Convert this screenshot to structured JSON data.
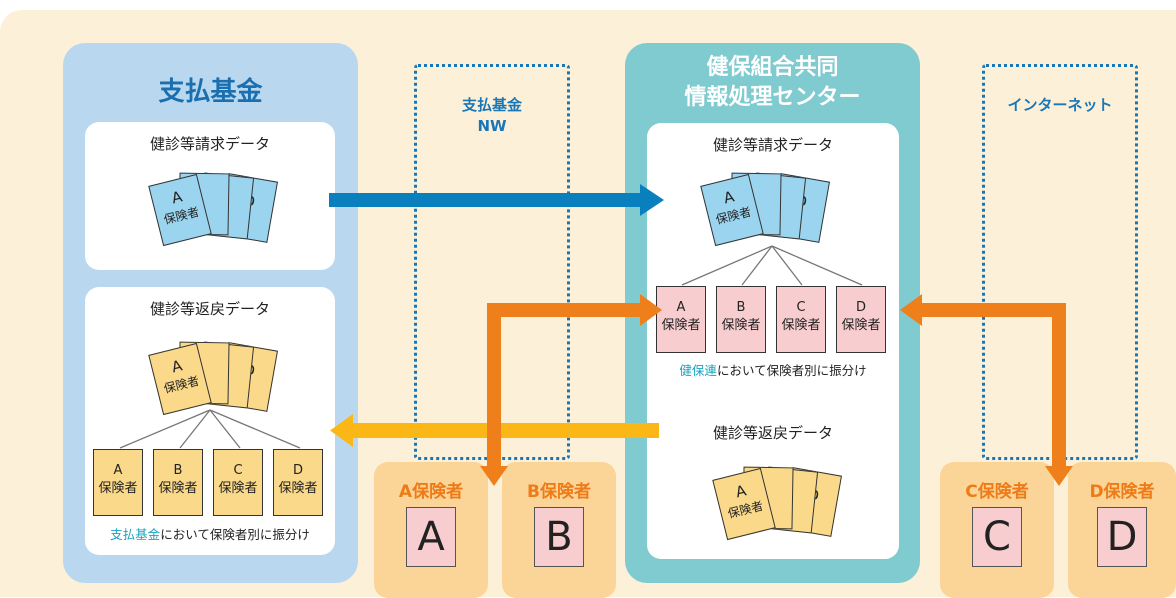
{
  "colors": {
    "background": "#fdf0d9",
    "fund_panel": "#b9d8ef",
    "center_panel": "#7fcbcf",
    "blue_arrow": "#0a7fbd",
    "orange_arrow": "#ef7f1a",
    "yellow_arrow": "#fbb716",
    "blue_doc": "#9bd4ef",
    "yellow_doc": "#fad98a",
    "pink_box": "#f8cdd0",
    "highlight_text": "#1aa3c0"
  },
  "fund": {
    "title": "支払基金",
    "claim_title": "健診等請求データ",
    "return_title": "健診等返戻データ",
    "caption_highlight": "支払基金",
    "caption_rest": "において保険者別に振分け"
  },
  "fund_network": {
    "line1": "支払基金",
    "line2": "NW"
  },
  "center": {
    "title_line1": "健保組合共同",
    "title_line2": "情報処理センター",
    "claim_title": "健診等請求データ",
    "return_title": "健診等返戻データ",
    "caption_highlight": "健保連",
    "caption_rest": "において保険者別に振分け"
  },
  "internet": {
    "title": "インターネット"
  },
  "doc_stack": {
    "a_letter": "A",
    "a_sub": "保険者",
    "b": "B",
    "c": "C",
    "d": "D"
  },
  "insurer_boxes": [
    {
      "letter": "A",
      "label": "保険者"
    },
    {
      "letter": "B",
      "label": "保険者"
    },
    {
      "letter": "C",
      "label": "保険者"
    },
    {
      "letter": "D",
      "label": "保険者"
    }
  ],
  "insurers": [
    {
      "name": "A保険者",
      "letter": "A"
    },
    {
      "name": "B保険者",
      "letter": "B"
    },
    {
      "name": "C保険者",
      "letter": "C"
    },
    {
      "name": "D保険者",
      "letter": "D"
    }
  ]
}
